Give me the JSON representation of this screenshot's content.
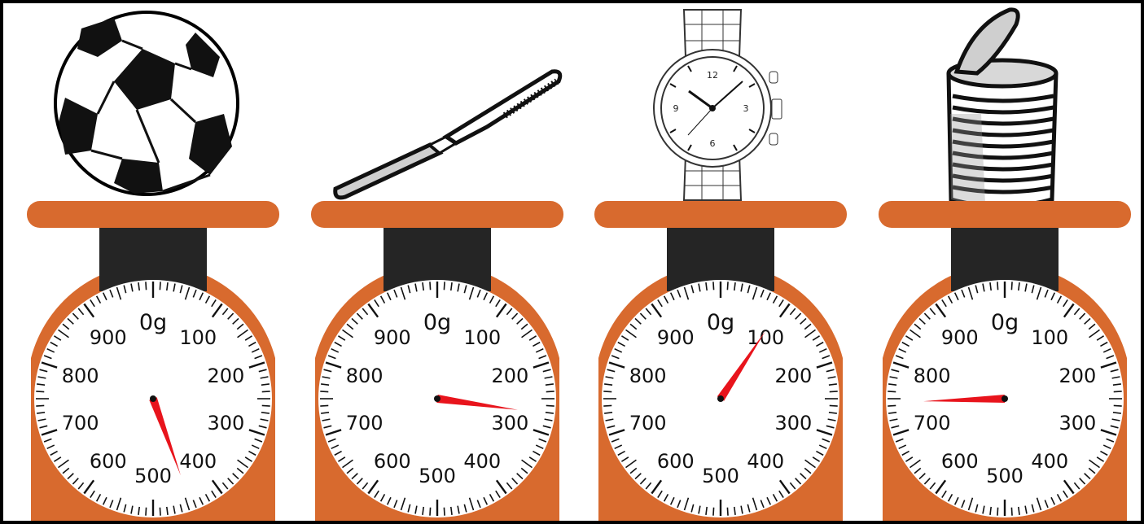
{
  "scale": {
    "zero_label": "0g",
    "numbers": [
      "100",
      "200",
      "300",
      "400",
      "500",
      "600",
      "700",
      "800",
      "900"
    ],
    "max": 1000,
    "unit": "g"
  },
  "colors": {
    "scale_body": "#d86a2e",
    "stem": "#252525",
    "needle": "#e8141c",
    "frame": "#000000",
    "dial_face": "#ffffff"
  },
  "items": [
    {
      "object": "soccer-ball",
      "icon": "soccer-ball-icon",
      "reading": 445
    },
    {
      "object": "knife",
      "icon": "knife-icon",
      "reading": 272
    },
    {
      "object": "watch",
      "icon": "wristwatch-icon",
      "reading": 93
    },
    {
      "object": "tin-can",
      "icon": "tin-can-icon",
      "reading": 745
    }
  ],
  "watch_face": {
    "numbers": [
      "12",
      "3",
      "6",
      "9"
    ]
  }
}
